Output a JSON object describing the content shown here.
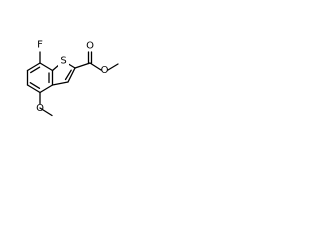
{
  "molecule": {
    "atoms": {
      "fluorine": {
        "label": "F",
        "color": "#000000"
      },
      "sulfur": {
        "label": "S",
        "color": "#000000"
      },
      "carbonyl_oxygen": {
        "label": "O",
        "color": "#000000"
      },
      "ester_oxygen": {
        "label": "O",
        "color": "#000000"
      },
      "methoxy_oxygen": {
        "label": "O",
        "color": "#000000"
      }
    }
  }
}
